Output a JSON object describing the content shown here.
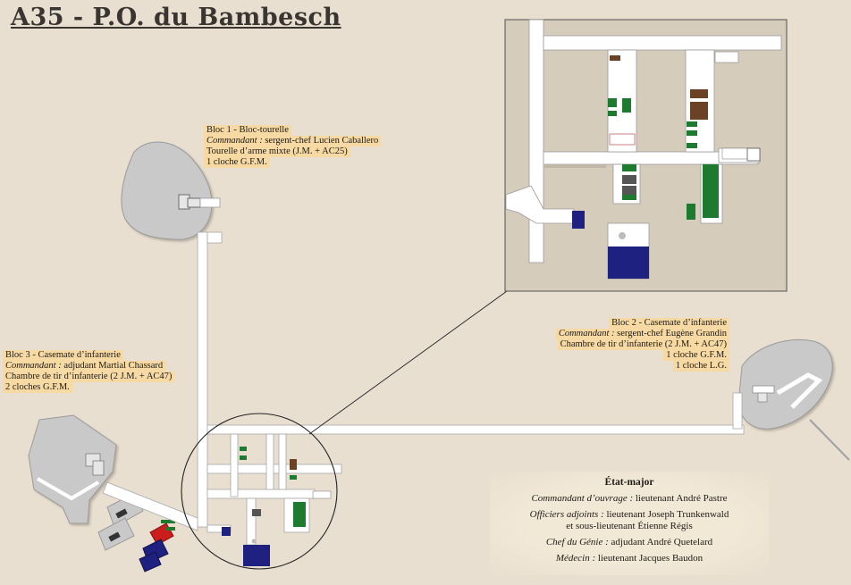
{
  "title": "A35 - P.O. du Bambesch",
  "bloc1": {
    "title": "Bloc 1 - Bloc-tourelle",
    "commandant_label": "Commandant :",
    "commandant_name": "sergent-chef Lucien Caballero",
    "line3": "Tourelle d’arme mixte (J.M. + AC25)",
    "line4": "1 cloche G.F.M."
  },
  "bloc2": {
    "title": "Bloc 2 - Casemate d’infanterie",
    "commandant_label": "Commandant :",
    "commandant_name": "sergent-chef Eugène Grandin",
    "line3": "Chambre de tir d’infanterie (2 J.M. + AC47)",
    "line4": "1 cloche G.F.M.",
    "line5": "1 cloche L.G."
  },
  "bloc3": {
    "title": "Bloc 3 - Casemate d’infanterie",
    "commandant_label": "Commandant :",
    "commandant_name": "adjudant Martial Chassard",
    "line3": "Chambre de tir d’infanterie (2 J.M. + AC47)",
    "line4": "2 cloches G.F.M."
  },
  "etat_major": {
    "heading": "État-major",
    "rows": [
      {
        "label": "Commandant d’ouvrage :",
        "value": "lieutenant André Pastre"
      },
      {
        "label": "Officiers adjoints :",
        "value": "lieutenant Joseph Trunkenwald"
      },
      {
        "label": "",
        "value": "et sous-lieutenant Étienne Régis"
      },
      {
        "label": "Chef du Génie :",
        "value": "adjudant André Quetelard"
      },
      {
        "label": "Médecin :",
        "value": "lieutenant Jacques Baudon"
      }
    ]
  },
  "colors": {
    "background": "#e8dfd1",
    "gallery": "#ffffff",
    "bloc_shade": "#c9c9c9",
    "label_bg": "#f6d9a3",
    "room_green": "#1e7a2e",
    "room_brown": "#6b4226",
    "cistern_blue": "#1f2180",
    "powder_red": "#cc1d1d"
  }
}
